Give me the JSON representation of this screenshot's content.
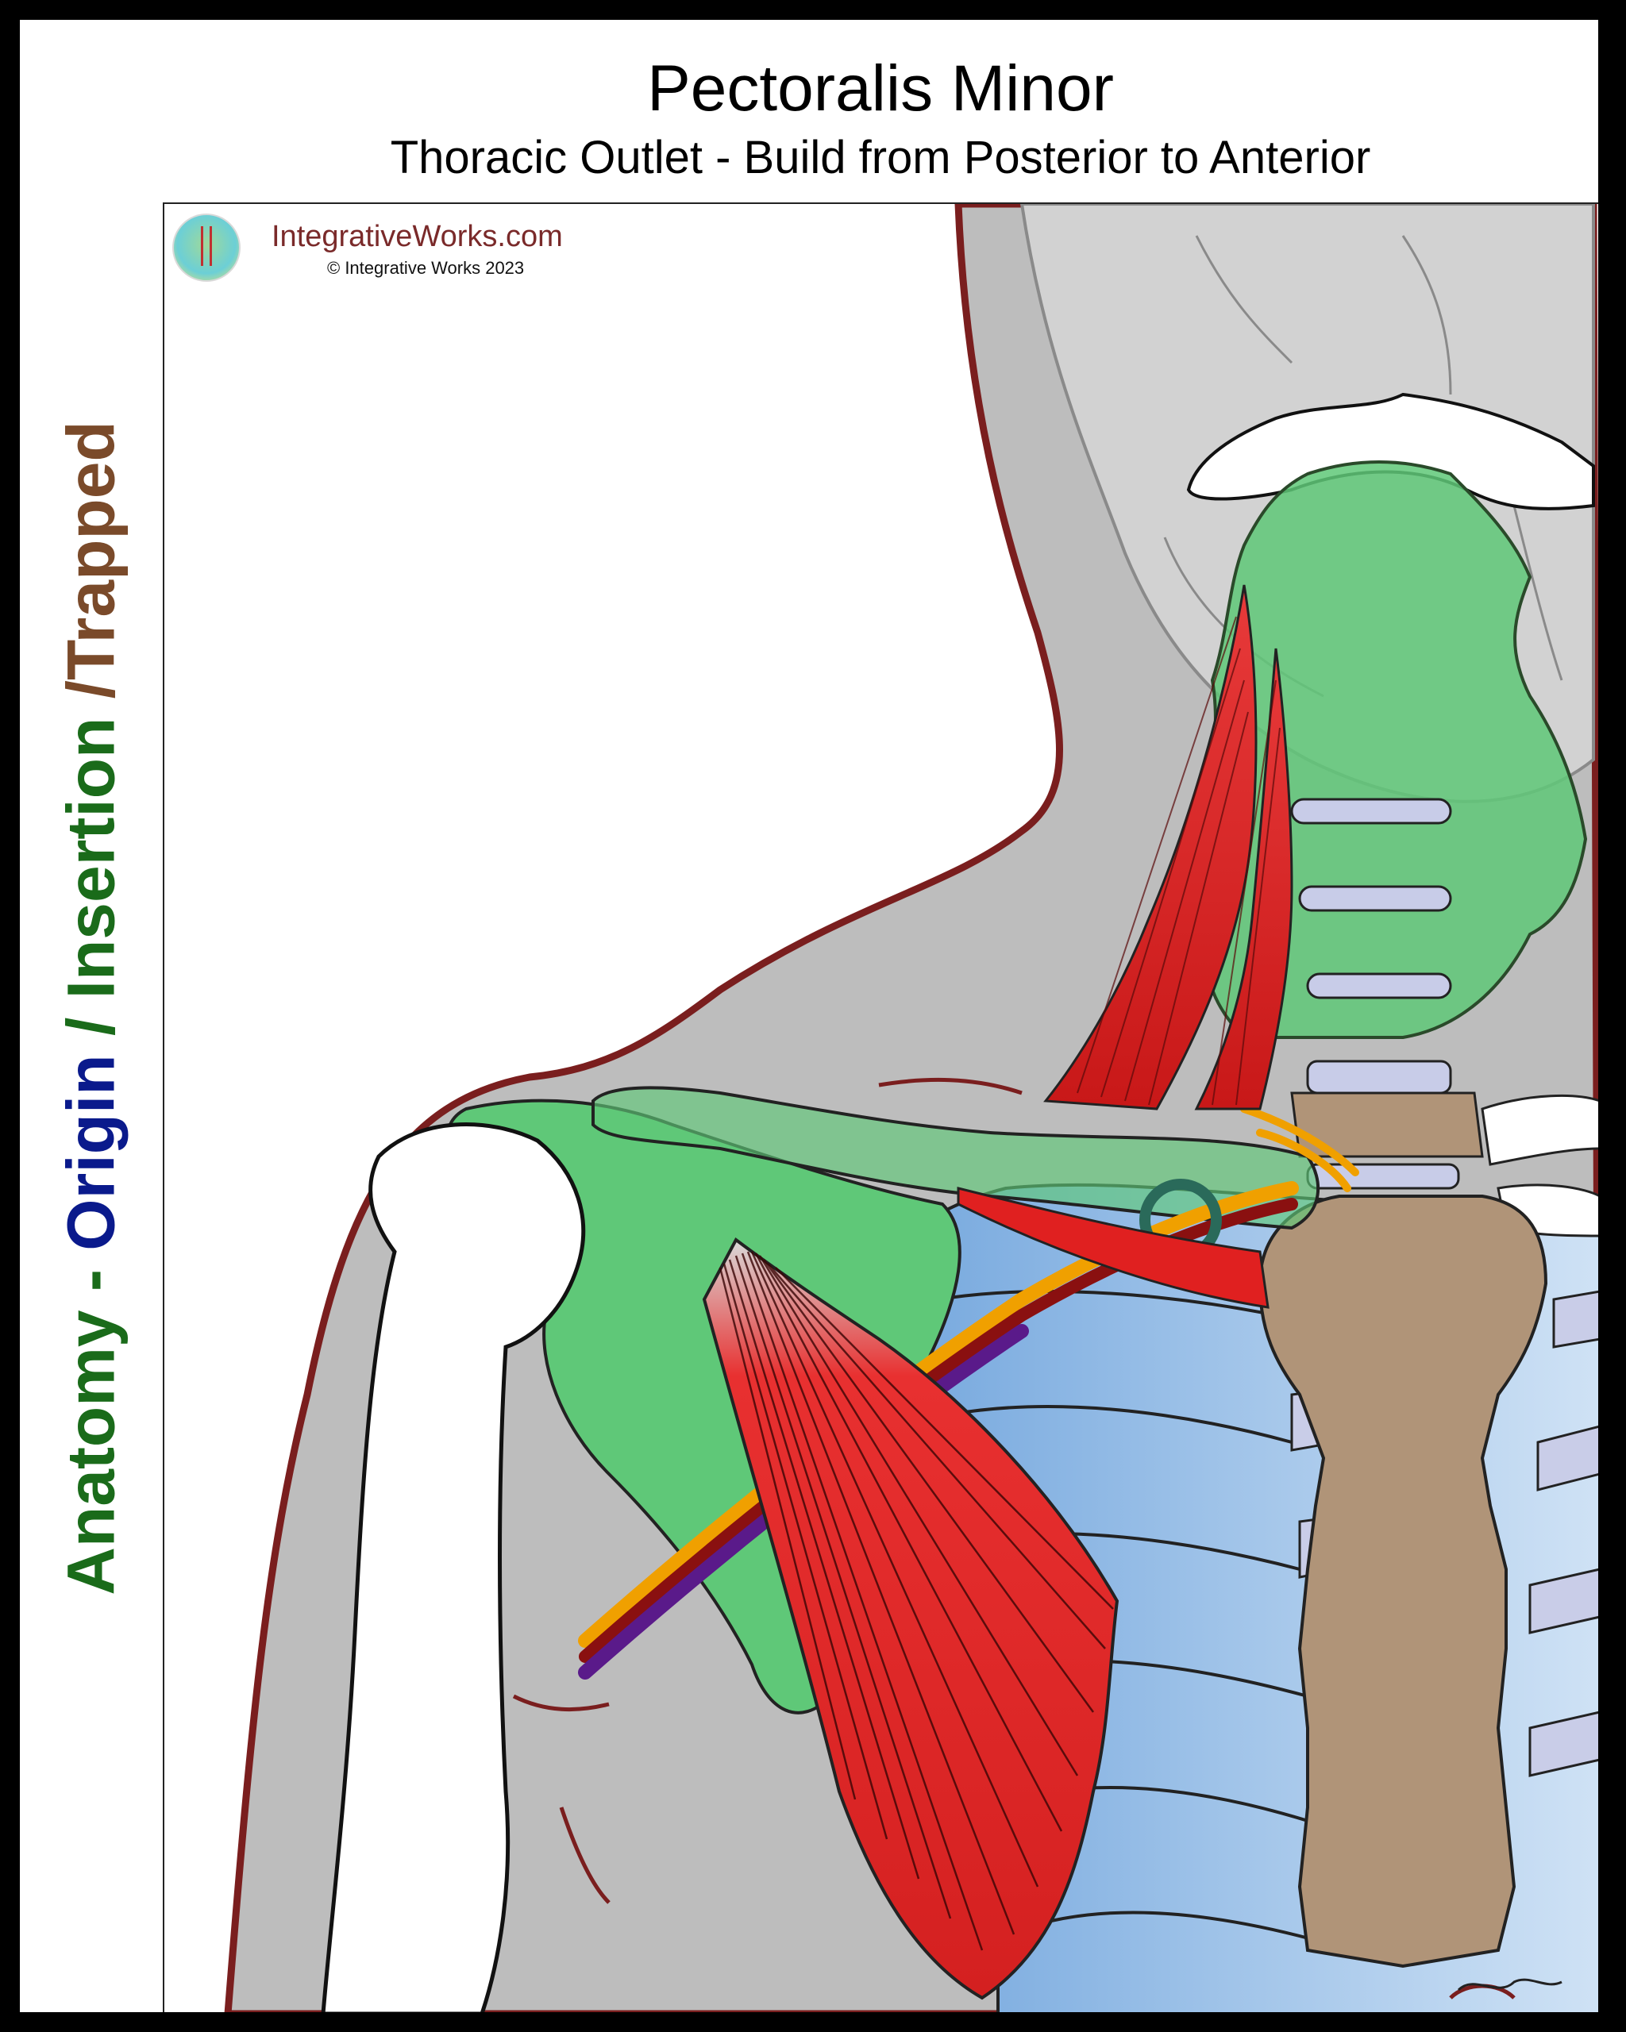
{
  "title": "Pectoralis Minor",
  "subtitle": "Thoracic Outlet - Build from Posterior to Anterior",
  "side_label": {
    "part1": "Anatomy - ",
    "part2": "Origin",
    "part3": " / ",
    "part4": "Insertion",
    "part5": " /Trapped"
  },
  "brand": {
    "name": "IntegrativeWorks.com",
    "copyright": "© Integrative Works 2023"
  },
  "colors": {
    "anatomy": "#1a6b1a",
    "origin": "#0a1a8c",
    "insertion": "#1a6b1a",
    "trapped": "#7a4a2a",
    "muscle": "#e02020",
    "bone_green": "#5fc878",
    "rib_blue": "#7aaee0",
    "sternum": "#b09478",
    "skin_outline": "#7a1e1e",
    "body_gray": "#bdbdbd"
  }
}
